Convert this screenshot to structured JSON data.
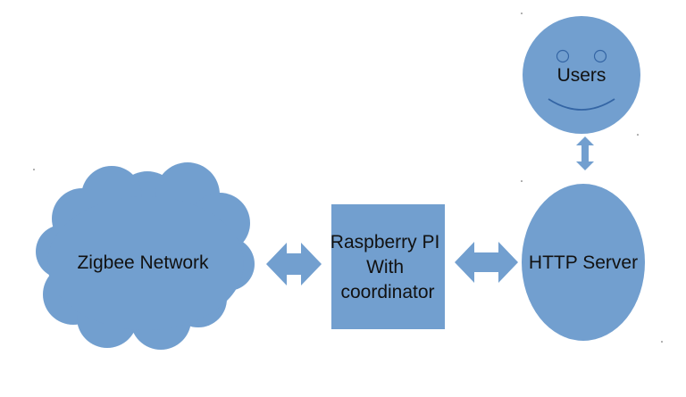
{
  "nodes": {
    "zigbee": {
      "label": "Zigbee Network",
      "shape": "cloud-icon"
    },
    "raspberry": {
      "lines": [
        "Raspberry PI",
        "With",
        "coordinator"
      ],
      "shape": "rectangle"
    },
    "http": {
      "label": "HTTP Server",
      "shape": "ellipse"
    },
    "users": {
      "label": "Users",
      "shape": "smiley-face-icon"
    }
  },
  "connections": [
    {
      "from": "zigbee",
      "to": "raspberry",
      "direction": "bidirectional"
    },
    {
      "from": "raspberry",
      "to": "http",
      "direction": "bidirectional"
    },
    {
      "from": "http",
      "to": "users",
      "direction": "bidirectional"
    }
  ],
  "colors": {
    "fill": "#729fcf",
    "stroke": "#3465a4",
    "text": "#111111",
    "background": "#ffffff"
  }
}
